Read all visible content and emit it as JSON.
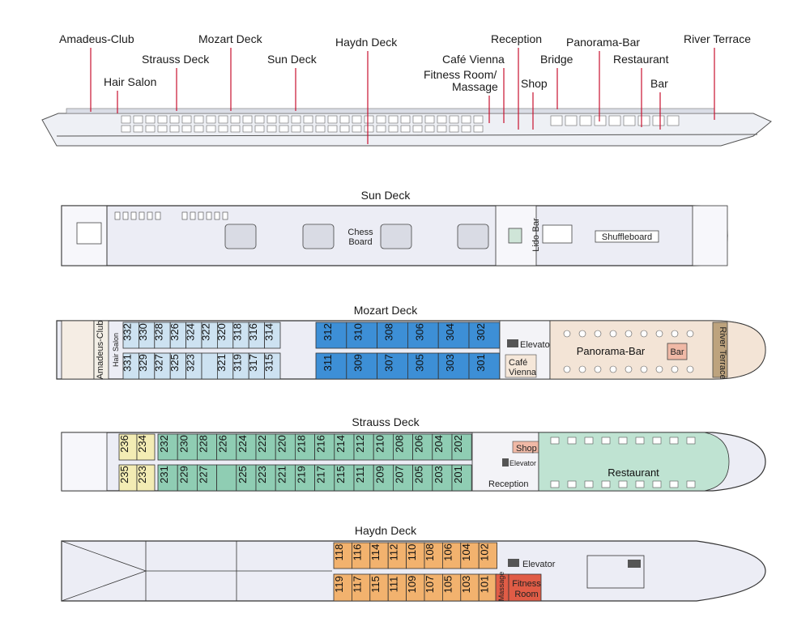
{
  "ship_labels": [
    "Amadeus-Club",
    "Hair Salon",
    "Strauss Deck",
    "Mozart Deck",
    "Sun Deck",
    "Haydn Deck",
    "Reception",
    "Café Vienna",
    "Fitness Room/",
    "Massage",
    "Shop",
    "Bridge",
    "Panorama-Bar",
    "Restaurant",
    "Bar",
    "River Terrace"
  ],
  "decks": {
    "sun": {
      "title": "Sun Deck",
      "chess": [
        "Chess",
        "Board"
      ],
      "lido": "Lido-Bar",
      "shuffle": "Shuffleboard"
    },
    "mozart": {
      "title": "Mozart Deck",
      "top_white": [
        "332",
        "330",
        "328",
        "326",
        "324",
        "322",
        "320",
        "318",
        "316",
        "314"
      ],
      "top_blue": [
        "312",
        "310",
        "308",
        "306",
        "304",
        "302"
      ],
      "bottom_white": [
        "331",
        "329",
        "327",
        "325",
        "323",
        "",
        "321",
        "319",
        "317",
        "315"
      ],
      "bottom_blue": [
        "311",
        "309",
        "307",
        "305",
        "303",
        "301"
      ],
      "amadeus_club": "Amadeus-Club",
      "hair_salon": "Hair Salon",
      "elevator": "Elevator",
      "cafe": [
        "Café",
        "Vienna"
      ],
      "panorama": "Panorama-Bar",
      "bar": "Bar",
      "river_terrace": "River Terrace"
    },
    "strauss": {
      "title": "Strauss Deck",
      "top_yellow": [
        "236",
        "234"
      ],
      "top_green": [
        "232",
        "230",
        "228",
        "226",
        "224",
        "222",
        "220",
        "218",
        "216",
        "214",
        "212",
        "210",
        "208",
        "206",
        "204",
        "202"
      ],
      "bottom_yellow": [
        "235",
        "233"
      ],
      "bottom_green": [
        "231",
        "229",
        "227",
        "",
        "225",
        "223",
        "221",
        "219",
        "217",
        "215",
        "211",
        "209",
        "207",
        "205",
        "203",
        "201"
      ],
      "shop": "Shop",
      "elevator": "Elevator",
      "reception": "Reception",
      "restaurant": "Restaurant"
    },
    "haydn": {
      "title": "Haydn Deck",
      "top": [
        "118",
        "116",
        "114",
        "112",
        "110",
        "108",
        "106",
        "104",
        "102"
      ],
      "bottom": [
        "119",
        "117",
        "115",
        "111",
        "109",
        "107",
        "105",
        "103",
        "101"
      ],
      "massage": "Massage",
      "elevator": "Elevator",
      "fitness": [
        "Fitness",
        "Room"
      ]
    }
  },
  "colors": {
    "hull": "#ecedf3",
    "mozart_blue": "#3d8fd6",
    "mozart_light": "#cde2f1",
    "strauss_green": "#8fcdb3",
    "strauss_yellow": "#f3ecb4",
    "haydn_orange": "#f2b26e",
    "fitness_red": "#e05c46",
    "panorama": "#f3e4d6",
    "restaurant": "#bfe3d2",
    "leader": "#c8102e"
  }
}
